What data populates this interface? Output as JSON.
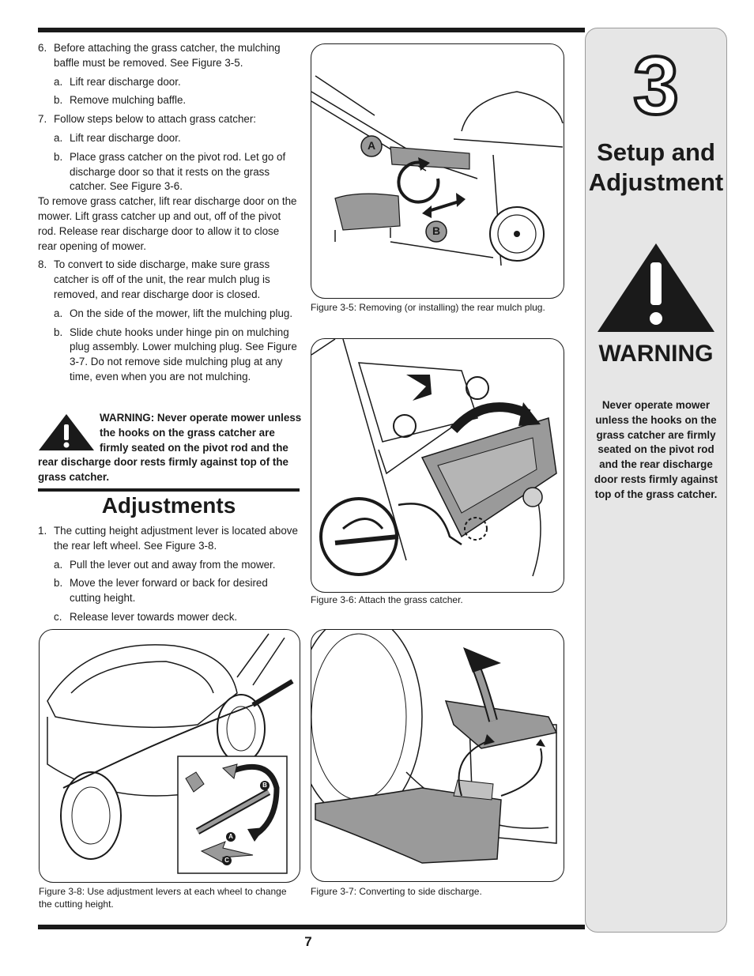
{
  "intro": {
    "item6_num": "6.",
    "item6": "Before attaching the grass catcher, the mulching baffle must be removed. See Figure 3-5.",
    "item6a_num": "a.",
    "item6a": "Lift rear discharge door.",
    "item6b_num": "b.",
    "item6b": "Remove mulching baffle.",
    "item7_num": "7.",
    "item7": "Follow steps below to attach grass catcher:",
    "item7a_num": "a.",
    "item7a": "Lift rear discharge door.",
    "item7b_num": "b.",
    "item7b": "Place grass catcher on the pivot rod. Let go of discharge door so that it rests on the grass catcher. See Figure 3-6.",
    "remove_para": "To remove grass catcher, lift rear discharge door on the mower. Lift grass catcher up and out, off of the pivot rod. Release rear discharge door to allow it to close rear opening of mower.",
    "item8_num": "8.",
    "item8": "To convert to side discharge, make sure grass catcher is off of the unit, the rear mulch plug is removed, and rear discharge door is closed.",
    "item8a_num": "a.",
    "item8a": "On the side of the mower, lift the mulching plug.",
    "item8b_num": "b.",
    "item8b": "Slide chute hooks under hinge pin on mulching plug assembly. Lower mulching plug. See Figure 3-7. Do not remove side mulching plug at any time, even when you are not mulching."
  },
  "warning_inline": "WARNING: Never operate mower unless the hooks on the grass catcher are firmly seated on the pivot rod and the rear discharge door rests firmly against top of the grass catcher.",
  "adjustments": {
    "title": "Adjustments",
    "item1_num": "1.",
    "item1": "The cutting height adjustment lever is located above the rear left wheel. See Figure 3-8.",
    "item1a_num": "a.",
    "item1a": "Pull the lever out and away from the mower.",
    "item1b_num": "b.",
    "item1b": "Move the lever forward or back for desired cutting height.",
    "item1c_num": "c.",
    "item1c": "Release lever towards mower deck."
  },
  "figures": {
    "fig35_caption": "Figure 3-5: Removing (or installing) the rear mulch plug.",
    "fig35_label_a": "A",
    "fig35_label_b": "B",
    "fig36_caption": "Figure 3-6: Attach the grass catcher.",
    "fig38_caption": "Figure 3-8: Use adjustment levers at each wheel to change the cutting height.",
    "fig38_label_a": "A",
    "fig38_label_b": "B",
    "fig38_label_c": "C",
    "fig37_caption": "Figure 3-7: Converting to side discharge."
  },
  "sidebar": {
    "chapter_number": "3",
    "title_line1": "Setup and",
    "title_line2": "Adjustment",
    "warning_heading": "WARNING",
    "warning_text": "Never operate mower unless the hooks on the grass catcher are firmly seated on the pivot rod and the rear discharge door rests firmly against top of the grass catcher."
  },
  "page_number": "7",
  "colors": {
    "ink": "#1a1a1a",
    "sidebar_bg": "#e6e6e6",
    "figure_gray": "#9a9a9a"
  },
  "icons": [
    "warning-triangle-icon",
    "arrow-icon"
  ]
}
